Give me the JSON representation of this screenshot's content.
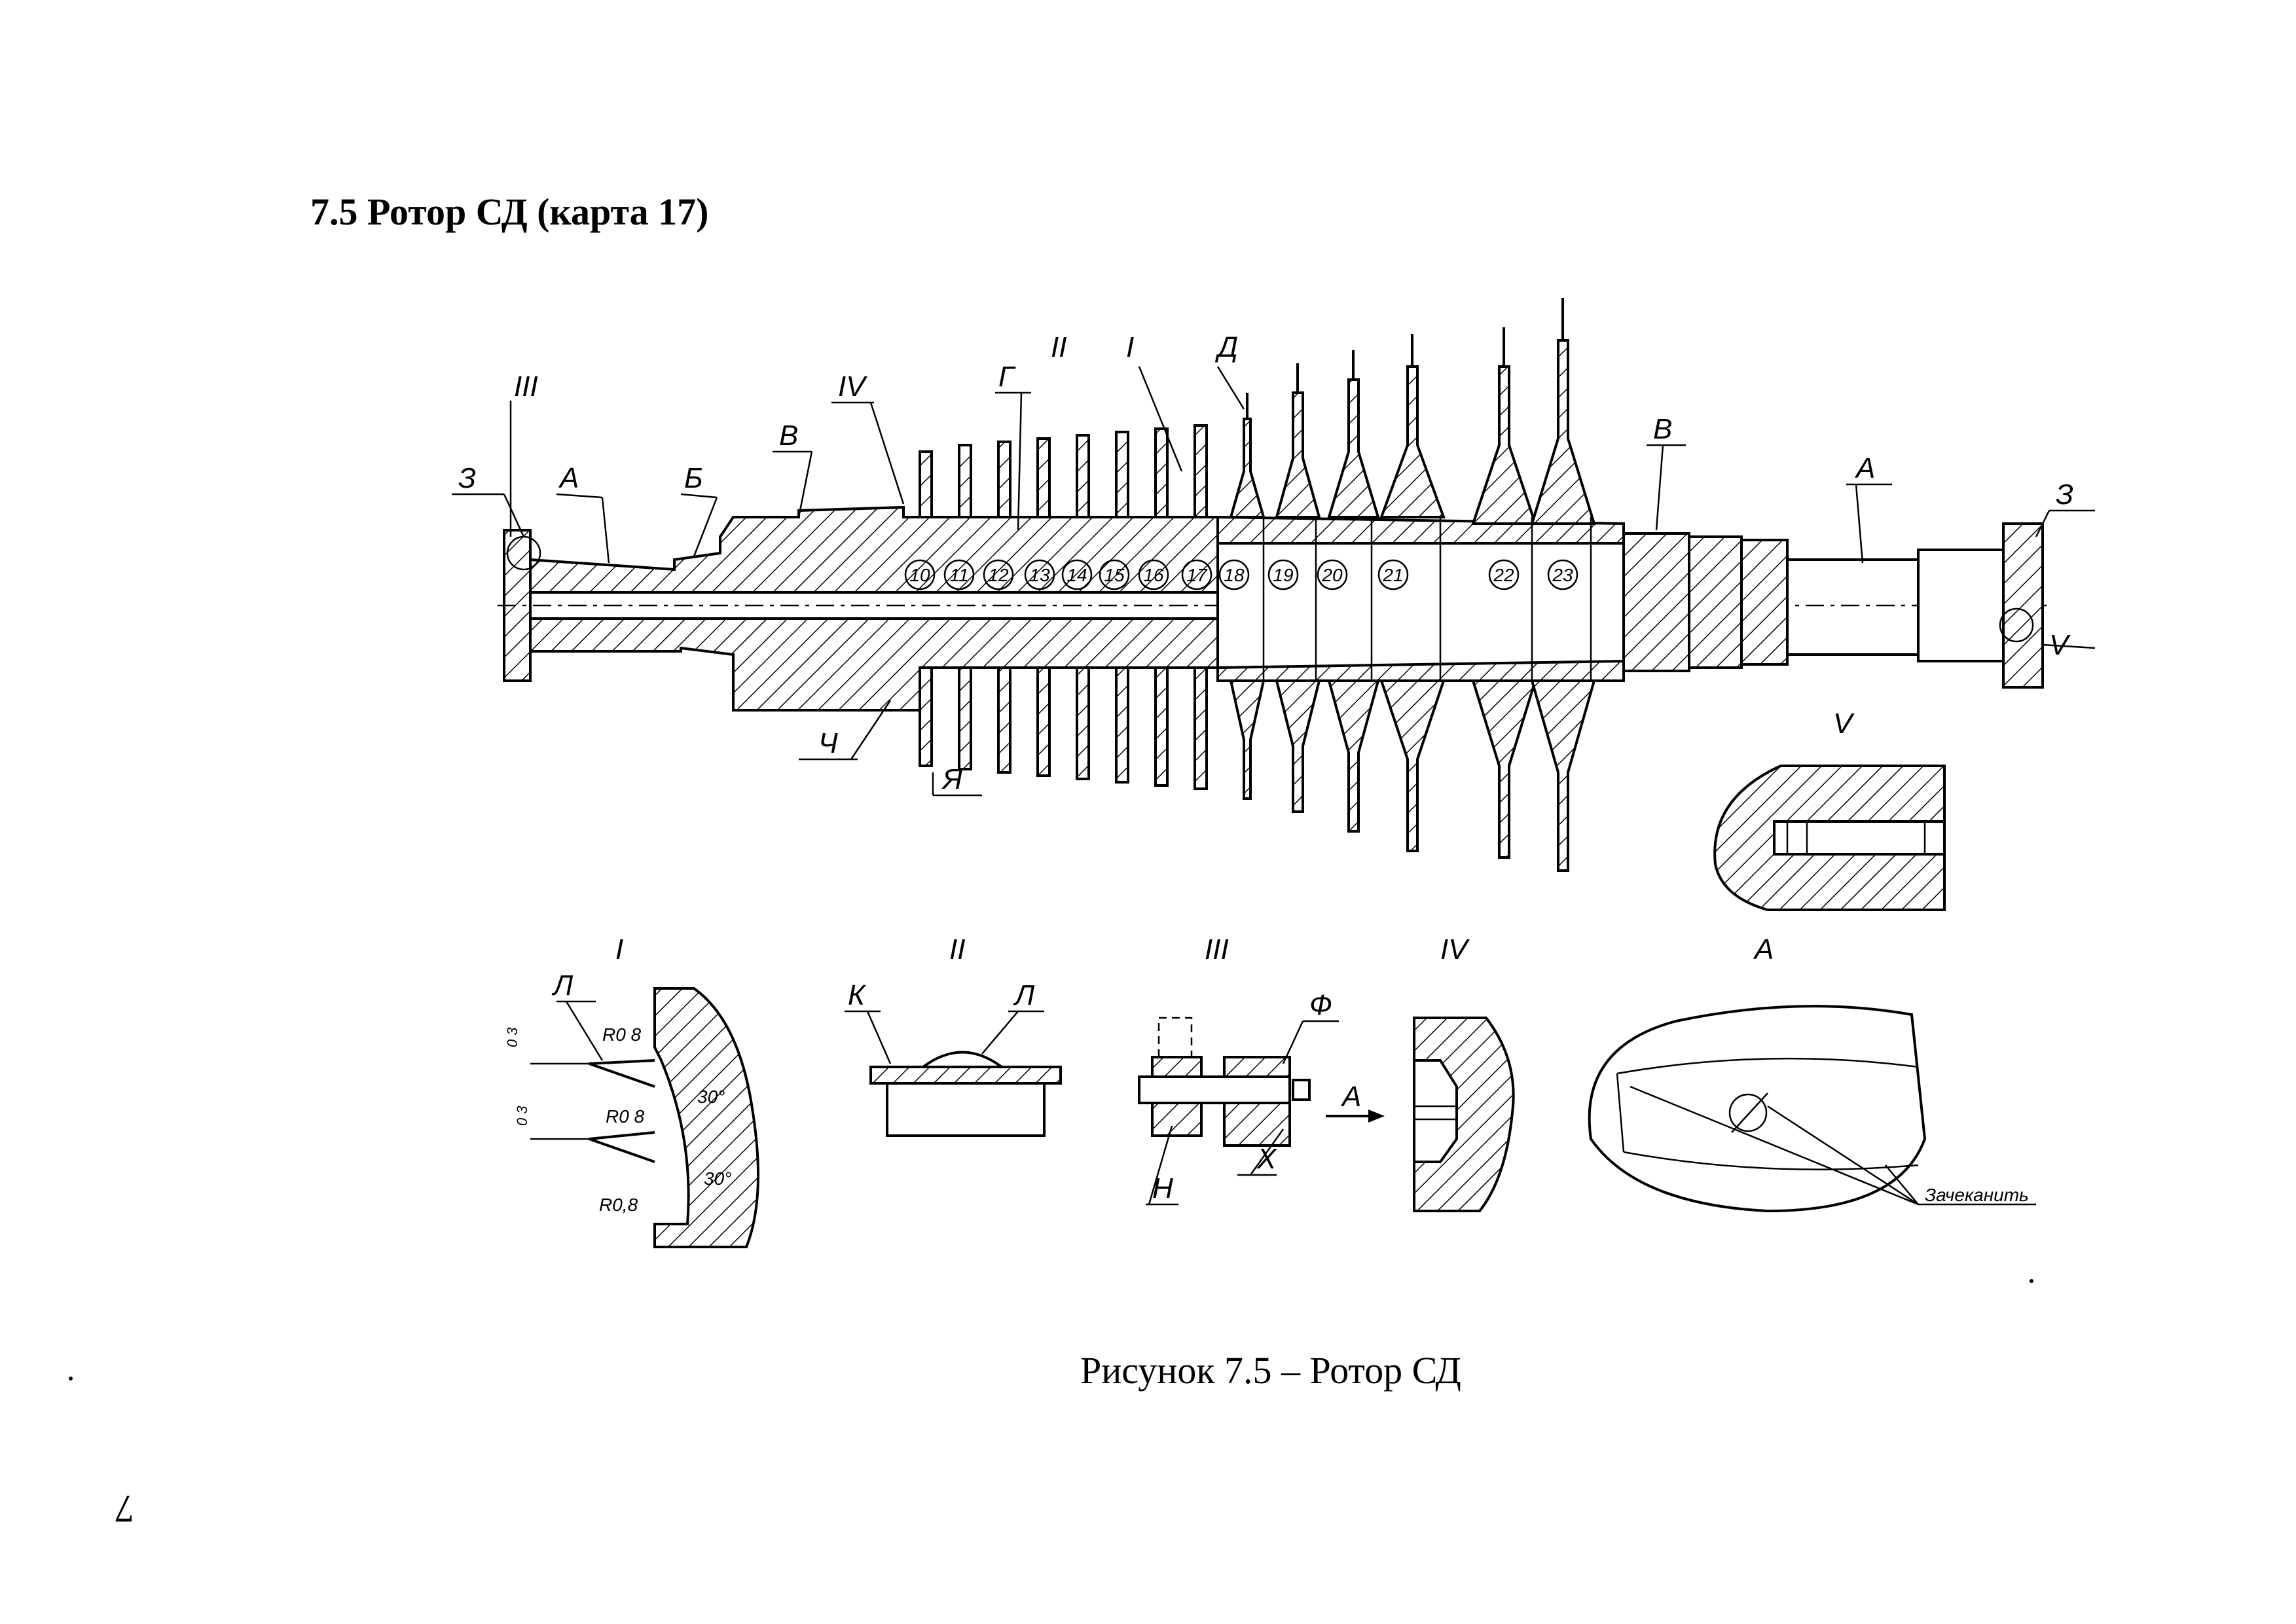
{
  "heading": "7.5 Ротор СД (карта 17)",
  "caption": "Рисунок 7.5 – Ротор СД",
  "page_number": "7",
  "callouts": {
    "z_left": "З",
    "iii": "III",
    "a_left": "А",
    "b": "Б",
    "v_left": "В",
    "iv": "IV",
    "g": "Г",
    "ii": "II",
    "i": "I",
    "d": "Д",
    "v_right": "В",
    "a_right": "А",
    "z_right": "З",
    "v_view": "V",
    "ch": "Ч",
    "ya": "Я"
  },
  "stage_numbers": [
    "10",
    "11",
    "12",
    "13",
    "14",
    "15",
    "16",
    "17",
    "18",
    "19",
    "20",
    "21",
    "22",
    "23"
  ],
  "detail_v": {
    "title": "V"
  },
  "detail_i": {
    "title": "I",
    "l": "Л",
    "r1": "R0 8",
    "r2": "R0 8",
    "r3": "R0,8",
    "a1": "30°",
    "a2": "30°",
    "d1": "0 3",
    "d2": "0 3"
  },
  "detail_ii": {
    "title": "II",
    "k": "К",
    "l": "Л"
  },
  "detail_iii": {
    "title": "III",
    "f": "Ф",
    "a": "А",
    "n": "Н",
    "x": "Х"
  },
  "detail_iv": {
    "title": "IV"
  },
  "detail_a": {
    "title": "А",
    "note": "Зачеканить"
  }
}
